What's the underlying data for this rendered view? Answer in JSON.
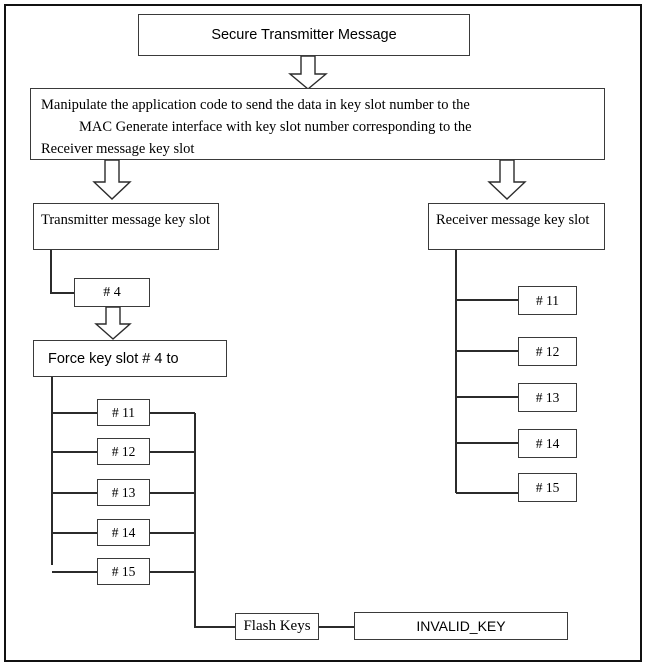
{
  "diagram": {
    "title": "Secure Transmitter Message flow",
    "stroke_color": "#3a3a3a",
    "frame_color": "#111111",
    "background": "#ffffff"
  },
  "nodes": {
    "secure_transmitter_message": "Secure Transmitter Message",
    "manipulate_instruction_line1": "Manipulate the application code to send the data in key slot number     to the",
    "manipulate_instruction_line2": "MAC Generate interface with key slot number corresponding to the",
    "manipulate_instruction_line3": "Receiver message key slot",
    "transmitter_message_key_slot": "Transmitter message key slot",
    "receiver_message_key_slot": "Receiver message key slot",
    "transmitter_slot_value": "# 4",
    "force_key_slot": "Force key slot #  4 to",
    "flash_keys": "Flash Keys",
    "invalid_key": "INVALID_KEY"
  },
  "transmitter_forced_slots": [
    {
      "label": "# 11"
    },
    {
      "label": "# 12"
    },
    {
      "label": "# 13"
    },
    {
      "label": "# 14"
    },
    {
      "label": "# 15"
    }
  ],
  "receiver_slots": [
    {
      "label": "# 11"
    },
    {
      "label": "# 12"
    },
    {
      "label": "# 13"
    },
    {
      "label": "# 14"
    },
    {
      "label": "# 15"
    }
  ],
  "arrows": [
    {
      "name": "arrow-secure-to-manipulate"
    },
    {
      "name": "arrow-manipulate-to-transmitter"
    },
    {
      "name": "arrow-manipulate-to-receiver"
    },
    {
      "name": "arrow-slot4-to-force"
    }
  ]
}
